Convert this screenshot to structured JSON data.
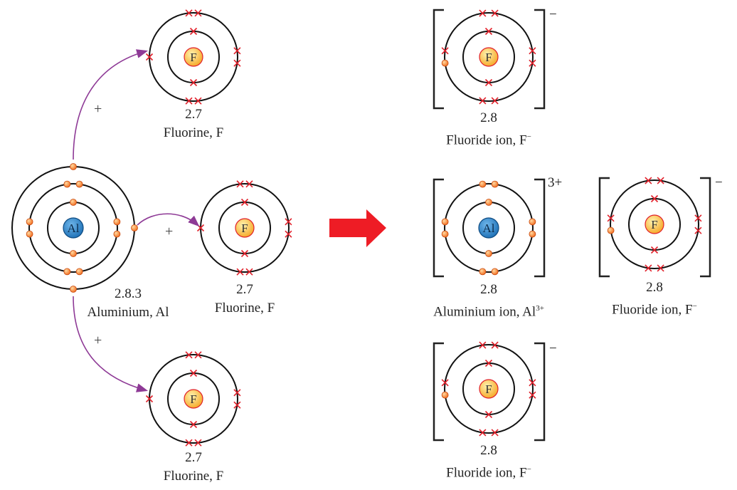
{
  "colors": {
    "shell": "#111111",
    "electron": "#f26b1d",
    "cross": "#e0202a",
    "fluorine_nucleus": "#f5a623",
    "aluminium_nucleus": "#1c6fb5",
    "transfer_arrow": "#8e3a96",
    "reaction_arrow": "#ee1c25"
  },
  "reactants": {
    "aluminium": {
      "symbol": "Al",
      "config": "2.8.3",
      "name": "Aluminium, Al",
      "shells": [
        2,
        8,
        3
      ]
    },
    "fluorine_top": {
      "symbol": "F",
      "config": "2.7",
      "name": "Fluorine, F",
      "shells": [
        2,
        7
      ]
    },
    "fluorine_middle": {
      "symbol": "F",
      "config": "2.7",
      "name": "Fluorine, F",
      "shells": [
        2,
        7
      ]
    },
    "fluorine_bottom": {
      "symbol": "F",
      "config": "2.7",
      "name": "Fluorine, F",
      "shells": [
        2,
        7
      ]
    },
    "plus_signs": [
      "+",
      "+",
      "+"
    ]
  },
  "products": {
    "fluoride_top": {
      "symbol": "F",
      "config": "2.8",
      "name": "Fluoride ion, F",
      "name_sup": "−",
      "charge": "−",
      "shells": [
        2,
        8
      ]
    },
    "aluminium_ion": {
      "symbol": "Al",
      "config": "2.8",
      "name": "Aluminium ion, Al",
      "name_sup": "3+",
      "charge": "3+",
      "shells": [
        2,
        8
      ]
    },
    "fluoride_right": {
      "symbol": "F",
      "config": "2.8",
      "name": "Fluoride ion, F",
      "name_sup": "−",
      "charge": "−",
      "shells": [
        2,
        8
      ]
    },
    "fluoride_bottom": {
      "symbol": "F",
      "config": "2.8",
      "name": "Fluoride ion, F",
      "name_sup": "−",
      "charge": "−",
      "shells": [
        2,
        8
      ]
    }
  }
}
